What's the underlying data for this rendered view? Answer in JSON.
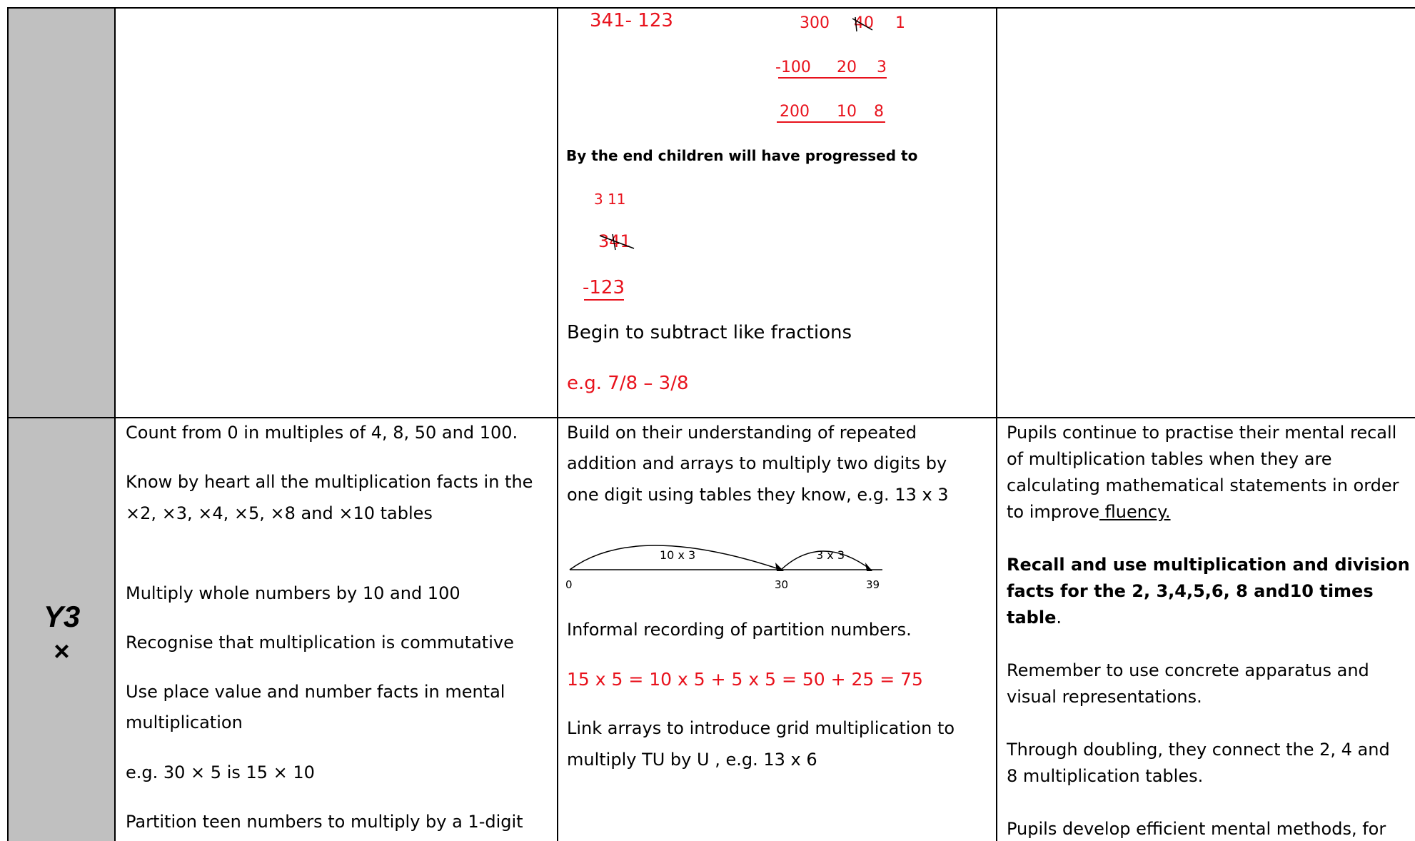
{
  "top_row": {
    "sum_label": "341- 123",
    "partition": {
      "r1": [
        "300",
        "40",
        "1"
      ],
      "r2": [
        "-100",
        "20",
        "3"
      ],
      "r3": [
        "200",
        "10",
        "8"
      ]
    },
    "progress_text": "By the end children will have progressed to",
    "column_method": {
      "carry": "3 11",
      "top": "341",
      "bottom": "-123"
    },
    "fractions_text": "Begin to subtract like fractions",
    "fractions_example": "e.g. 7/8 – 3/8"
  },
  "y3_row": {
    "year_label": "Y3",
    "operation_symbol": "×",
    "objectives": [
      "Count from 0 in multiples of 4, 8, 50 and 100.",
      "Know by heart all the multiplication facts in the",
      "×2, ×3, ×4, ×5, ×8 and ×10 tables",
      "Multiply whole numbers by 10 and 100",
      "Recognise that multiplication is commutative",
      "Use place value and number facts in mental",
      "multiplication",
      "e.g. 30 × 5 is 15 × 10",
      "Partition teen numbers to multiply by a 1-digit"
    ],
    "methods": {
      "intro_lines": [
        "Build on their understanding of repeated",
        "addition and arrays to multiply two digits by",
        "one digit using tables they know, e.g. 13 x 3"
      ],
      "numberline": {
        "jump1": "10 x 3",
        "jump2": "3 x 3",
        "start": "0",
        "mid": "30",
        "end": "39"
      },
      "informal_text": "Informal recording of partition numbers.",
      "example": "15 x 5 = 10 x 5 + 5 x 5 = 50 + 25 = 75",
      "grid_lines": [
        "Link arrays to introduce grid multiplication to",
        "multiply TU by U , e.g. 13 x 6"
      ]
    },
    "mental": {
      "p1_lines": [
        "Pupils continue to practise their mental recall",
        "of multiplication tables when they are",
        "calculating mathematical statements in order"
      ],
      "p1_last_prefix": "to improve",
      "p1_last_underlined": " fluency.",
      "bold_lines": [
        "Recall and use multiplication and division",
        "facts for the 2, 3,4,5,6, 8 and10 times",
        "table"
      ],
      "bold_suffix": ".",
      "p3_lines": [
        "Remember to use concrete apparatus and",
        "visual representations."
      ],
      "p4_lines": [
        "Through doubling, they connect the 2, 4 and",
        "8 multiplication tables."
      ],
      "p5_line": "Pupils develop efficient mental methods, for"
    }
  }
}
